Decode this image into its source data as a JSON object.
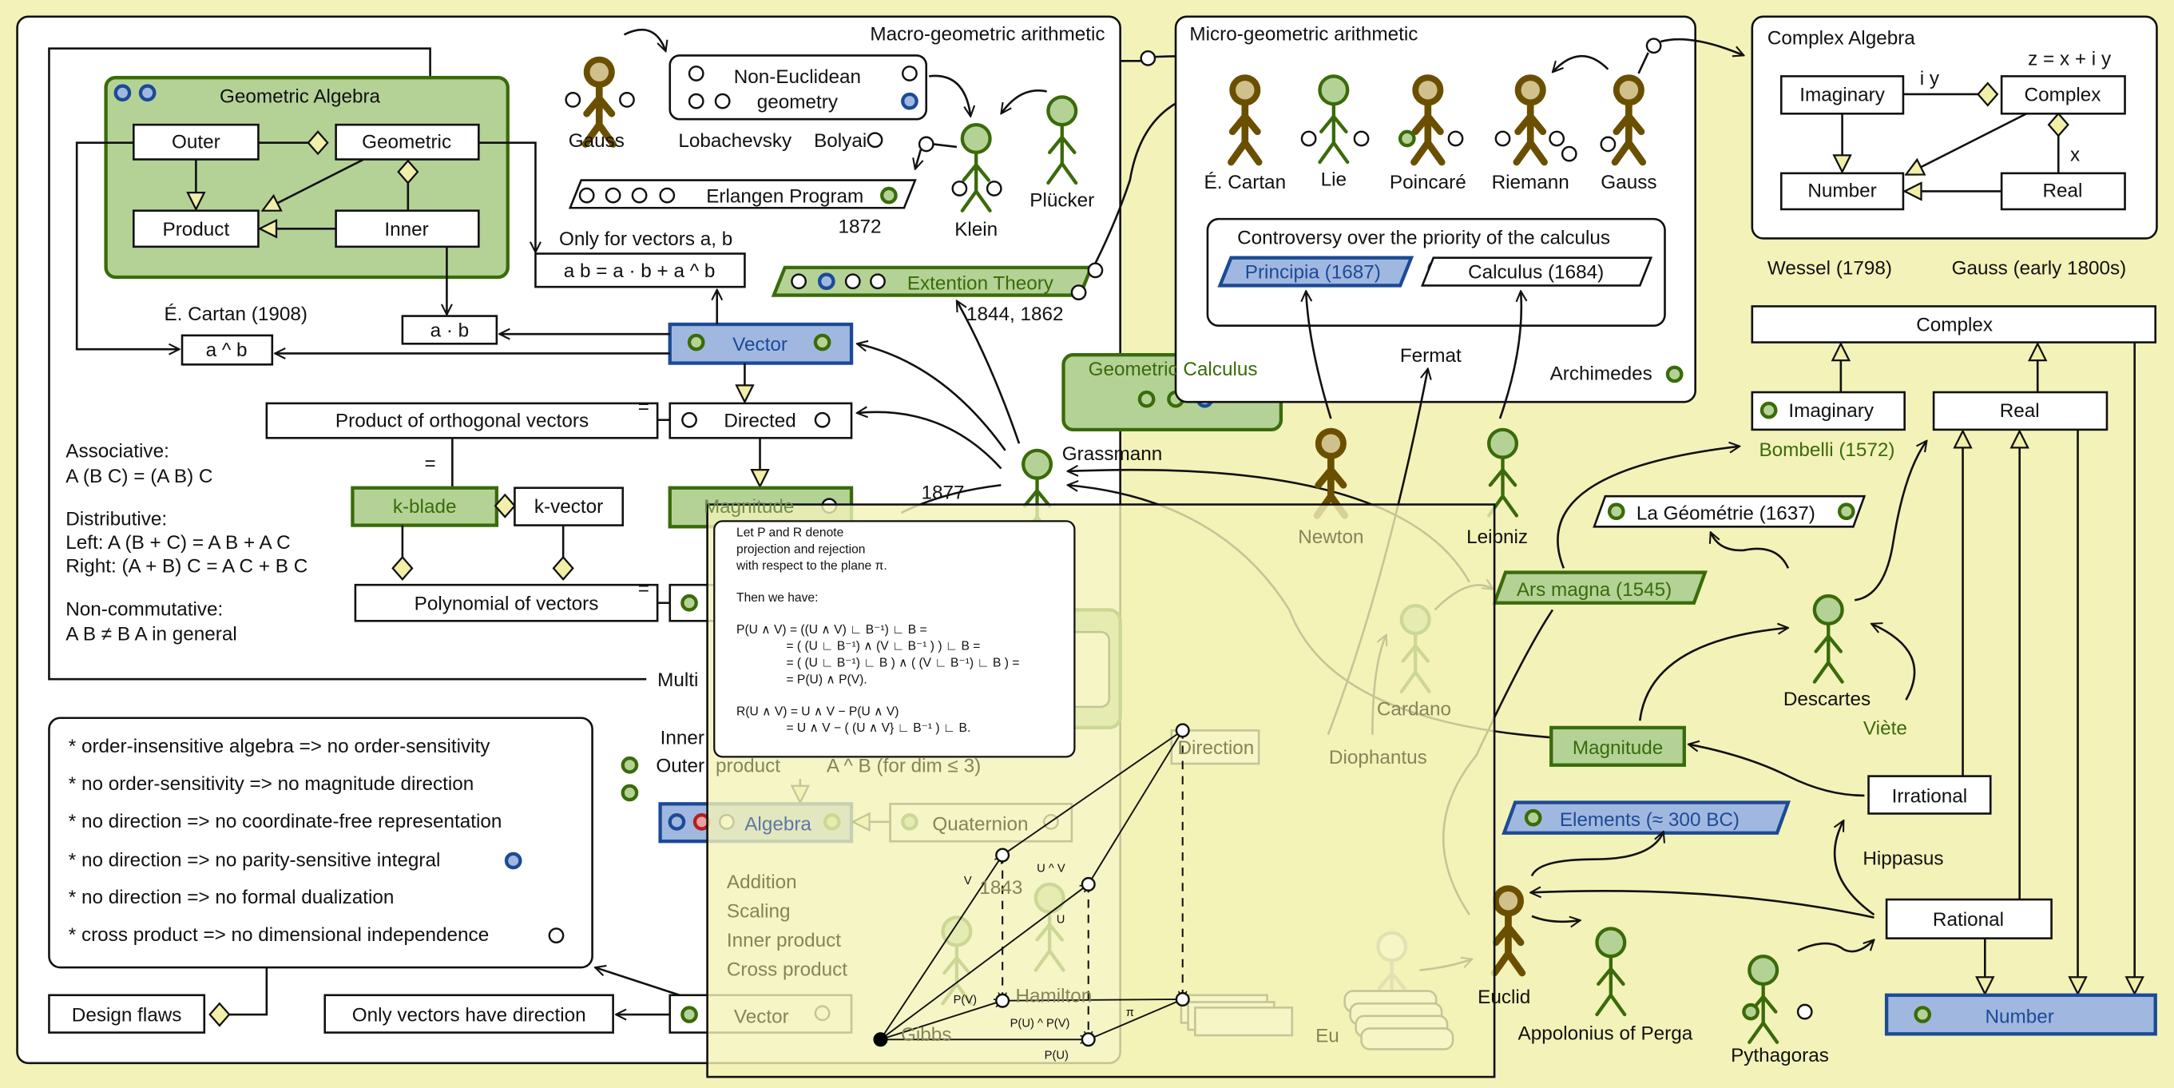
{
  "panels": {
    "macro": "Macro-geometric arithmetic",
    "micro": "Micro-geometric arithmetic",
    "complex_algebra": "Complex Algebra"
  },
  "geometric_algebra": {
    "title": "Geometric Algebra",
    "outer": "Outer",
    "geometric": "Geometric",
    "product": "Product",
    "inner": "Inner"
  },
  "macro": {
    "cartan_1908": "É. Cartan (1908)",
    "wedge": "a ^ b",
    "dot": "a · b",
    "ab_formula": "a b = a · b + a ^ b",
    "only_vectors": "Only for vectors a, b",
    "vector": "Vector",
    "directed": "Directed",
    "product_orthogonal": "Product of orthogonal  vectors",
    "eq": "=",
    "k_blade": "k-blade",
    "k_vector": "k-vector",
    "magnitude": "Magnitude",
    "polynomial": "Polynomial of vectors",
    "associative": "Associative:",
    "assoc_eq": "A (B C) = (A B) C",
    "distributive": "Distributive:",
    "left": "Left:    A (B + C) = A B + A C",
    "right": "Right: (A + B) C = A C + B C",
    "noncomm": "Non-commutative:",
    "noncomm_eq": "A B ≠ B A in general",
    "multi": "Multi",
    "inner": "Inner",
    "outer": "Outer",
    "outer_product": "product",
    "outer_product_note": "A ^ B (for dim ≤ 3)",
    "algebra": "Algebra",
    "quaternion": "Quaternion",
    "addition": "Addition",
    "scaling": "Scaling",
    "inner_product": "Inner product",
    "cross_product": "Cross product",
    "vector2": "Vector",
    "direction": "Direction",
    "year_1843": "1843",
    "year_1877": "1877",
    "non_euclidean": "Non-Euclidean",
    "geometry": "geometry",
    "erlangen": "Erlangen Program",
    "year_1872": "1872",
    "extention": "Extention Theory",
    "years_ext": "1844, 1862",
    "geometric_calculus": "Geometric Calculus",
    "design_flaws": "Design flaws",
    "only_vectors_direction": "Only vectors have direction",
    "flaws": [
      "* order-insensitive algebra => no order-sensitivity",
      "* no order-sensitivity => no magnitude direction",
      "* no direction => no coordinate-free representation",
      "* no direction => no parity-sensitive integral",
      "* no direction => no formal dualization",
      "* cross product => no dimensional independence"
    ]
  },
  "people": {
    "gauss": "Gauss",
    "lobachevsky": "Lobachevsky",
    "bolyai": "Bolyai",
    "klein": "Klein",
    "plucker": "Plücker",
    "grassmann": "Grassmann",
    "hamilton": "Hamilton",
    "gibbs": "Gibbs",
    "cartan": "É. Cartan",
    "lie": "Lie",
    "poincare": "Poincaré",
    "riemann": "Riemann",
    "gauss2": "Gauss",
    "newton": "Newton",
    "leibniz": "Leibniz",
    "fermat": "Fermat",
    "archimedes": "Archimedes",
    "cardano": "Cardano",
    "diophantus": "Diophantus",
    "descartes": "Descartes",
    "viete": "Viète",
    "euclid": "Euclid",
    "eu": "Eu",
    "apollonius": "Appolonius of Perga",
    "pythagoras": "Pythagoras",
    "hippasus": "Hippasus",
    "wessel": "Wessel (1798)",
    "gauss_1800": "Gauss (early 1800s)"
  },
  "micro": {
    "controversy": "Controversy over the priority of  the calculus",
    "principia": "Principia (1687)",
    "calculus": "Calculus (1684)"
  },
  "complex": {
    "imaginary": "Imaginary",
    "complex": "Complex",
    "number": "Number",
    "real": "Real",
    "iy": "i y",
    "z": "z = x + i y",
    "x": "x"
  },
  "number_tower": {
    "complex": "Complex",
    "imaginary": "Imaginary",
    "real": "Real",
    "bombelli": "Bombelli (1572)",
    "geometrie": "La Géométrie (1637)",
    "ars_magna": "Ars magna (1545)",
    "magnitude": "Magnitude",
    "irrational": "Irrational",
    "elements": "Elements (≈ 300 BC)",
    "rational": "Rational",
    "number": "Number"
  },
  "popup": {
    "lines": [
      "Let P and R denote",
      "projection and rejection",
      "with respect to the plane π.",
      "Then we have:",
      "P(U ∧ V) = ((U ∧ V) ∟ B⁻¹) ∟ B =",
      "= ( (U ∟ B⁻¹) ∧ (V ∟ B⁻¹ ) ) ∟ B =",
      "= ( (U ∟ B⁻¹) ∟ B ) ∧ ( (V ∟ B⁻¹) ∟ B ) =",
      "= P(U) ∧ P(V).",
      "R(U ∧ V) = U ∧ V − P(U ∧ V)",
      "= U ∧ V − ( (U ∧ V} ∟ B⁻¹ ) ∟ B."
    ]
  },
  "projection": {
    "V": "V",
    "UV": "U ^ V",
    "U": "U",
    "PV": "P(V)",
    "PUPV": "P(U) ^ P(V)",
    "PU": "P(U)",
    "pi": "π"
  },
  "colors": {
    "background": "#f3f2b8",
    "green_fill": "#b4d296",
    "green_stroke": "#3a6b0a",
    "blue_fill": "#a0b8e0",
    "blue_stroke": "#1c4a96",
    "brown": "#6b4f00",
    "red": "#b02020"
  }
}
